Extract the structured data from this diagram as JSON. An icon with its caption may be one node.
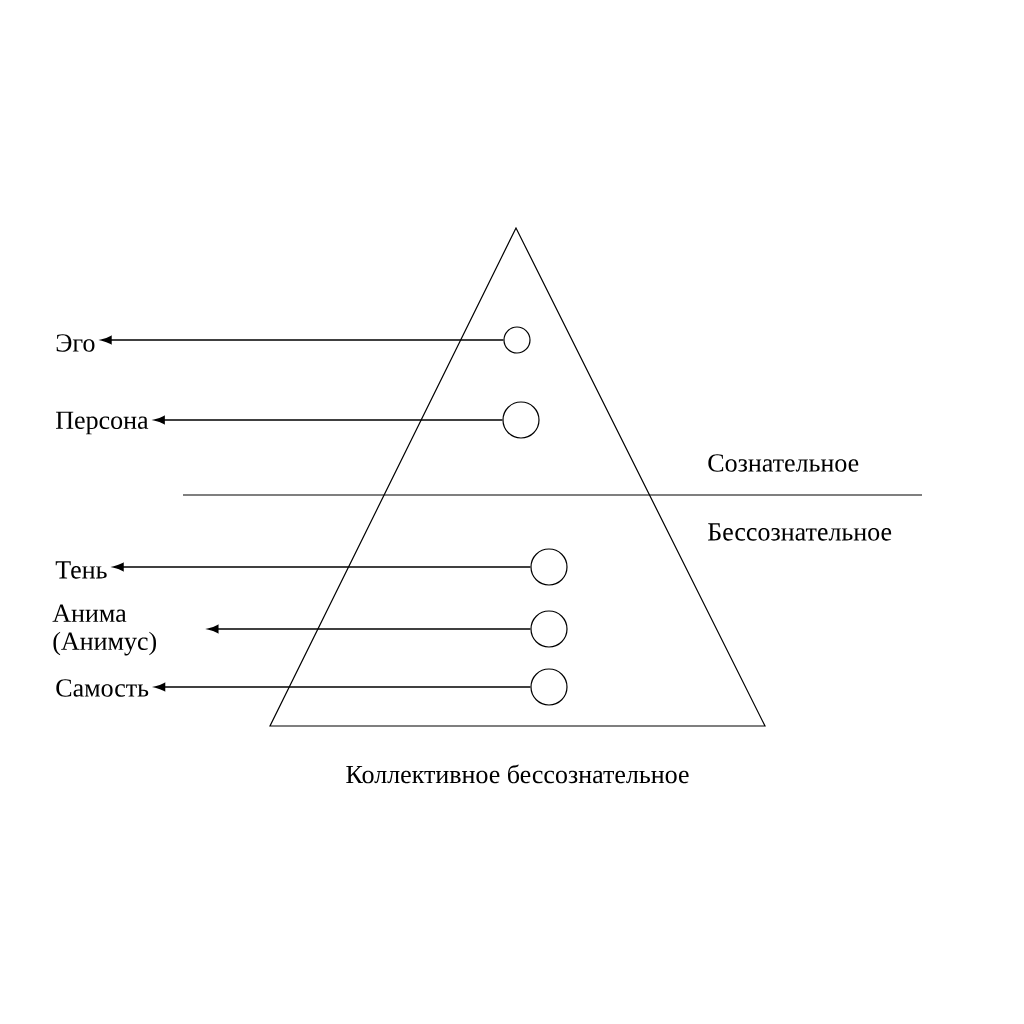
{
  "diagram": {
    "nodes": [
      {
        "text": [],
        "shape": "triangle",
        "beside": [
          "Коллективное бессознательное"
        ]
      },
      {
        "text": [
          "Эго"
        ]
      },
      {
        "text": [],
        "shape": "circle",
        "in": 0
      },
      {
        "text": [
          "Персона"
        ]
      },
      {
        "text": [],
        "shape": "circle",
        "in": 0
      },
      {
        "text": [
          "Тень"
        ]
      },
      {
        "text": [],
        "shape": "circle",
        "in": 0
      },
      {
        "text": [
          "Анима (Анимус)"
        ]
      },
      {
        "text": [],
        "shape": "circle",
        "in": 0
      },
      {
        "text": [
          "Самость"
        ]
      },
      {
        "text": [],
        "shape": "circle",
        "in": 0
      }
    ],
    "edges": [
      {
        "from": 2,
        "to": 1,
        "arrow": "to"
      },
      {
        "from": 4,
        "to": 3,
        "arrow": "to"
      },
      {
        "from": 6,
        "to": 5,
        "arrow": "to"
      },
      {
        "from": 8,
        "to": 7,
        "arrow": "to"
      },
      {
        "from": 10,
        "to": 9,
        "arrow": "to"
      }
    ],
    "labels": [
      "Сознательное",
      "Бессознательное"
    ]
  }
}
